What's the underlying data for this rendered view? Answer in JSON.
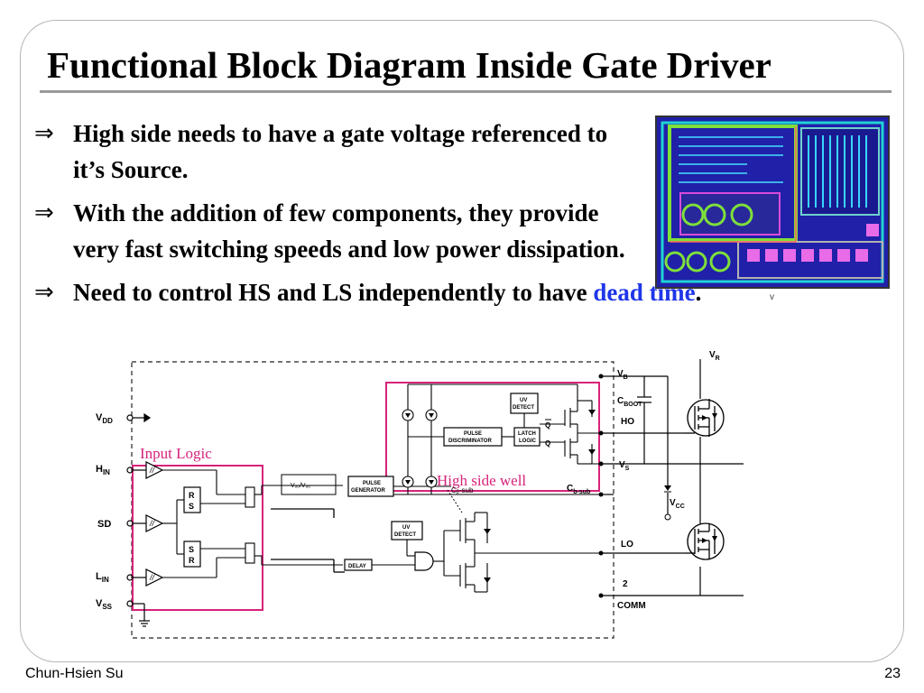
{
  "slide": {
    "title": "Functional Block Diagram Inside Gate Driver",
    "bullets": [
      {
        "text": "High side needs to have a gate voltage referenced to it’s Source."
      },
      {
        "text": "With the addition of few components, they provide very fast switching speeds and low power dissipation."
      },
      {
        "pre": "Need to control HS and LS independently to have ",
        "highlight": "dead time",
        "post": "."
      }
    ],
    "bullet_symbol": "⇒",
    "highlight_color": "#1f36e8"
  },
  "chip_image": {
    "caption": "v"
  },
  "schematic": {
    "overlays": {
      "input_logic": "Input Logic",
      "high_side_well": "High side well"
    },
    "overlay_color": "#d6237a",
    "pins": {
      "vdd": "V",
      "vdd_sub": "DD",
      "hin": "H",
      "hin_sub": "IN",
      "sd": "SD",
      "lin": "L",
      "lin_sub": "IN",
      "vss": "V",
      "vss_sub": "SS",
      "vb": "V",
      "vb_sub": "B",
      "cboot": "C",
      "cboot_sub": "BOOT",
      "ho": "HO",
      "vs": "V",
      "vs_sub": "S",
      "cbsub": "C",
      "cbsub_sub": "b-sub",
      "vcc": "V",
      "vcc_sub": "CC",
      "lo": "LO",
      "two": "2",
      "comm": "COMM",
      "vr": "V",
      "vr_sub": "R"
    },
    "blocks": {
      "uv_detect_hi": [
        "UV",
        "DETECT"
      ],
      "pulse_disc": [
        "PULSE",
        "DISCRIMINATOR"
      ],
      "latch": [
        "LATCH",
        "LOGIC"
      ],
      "pulse_gen": [
        "PULSE",
        "GENERATOR"
      ],
      "uv_detect_lo": [
        "UV",
        "DETECT"
      ],
      "delay": "DELAY",
      "vdd_vcc": "Vₒₒ/Vₒₒ",
      "q": "Q",
      "qbar": "Q",
      "rs_top": [
        "R",
        "S"
      ],
      "sr_bot": [
        "S",
        "R"
      ],
      "cbsub_inner": "Cᵦ-sub"
    }
  },
  "footer": {
    "author": "Chun-Hsien Su",
    "page": "23"
  }
}
